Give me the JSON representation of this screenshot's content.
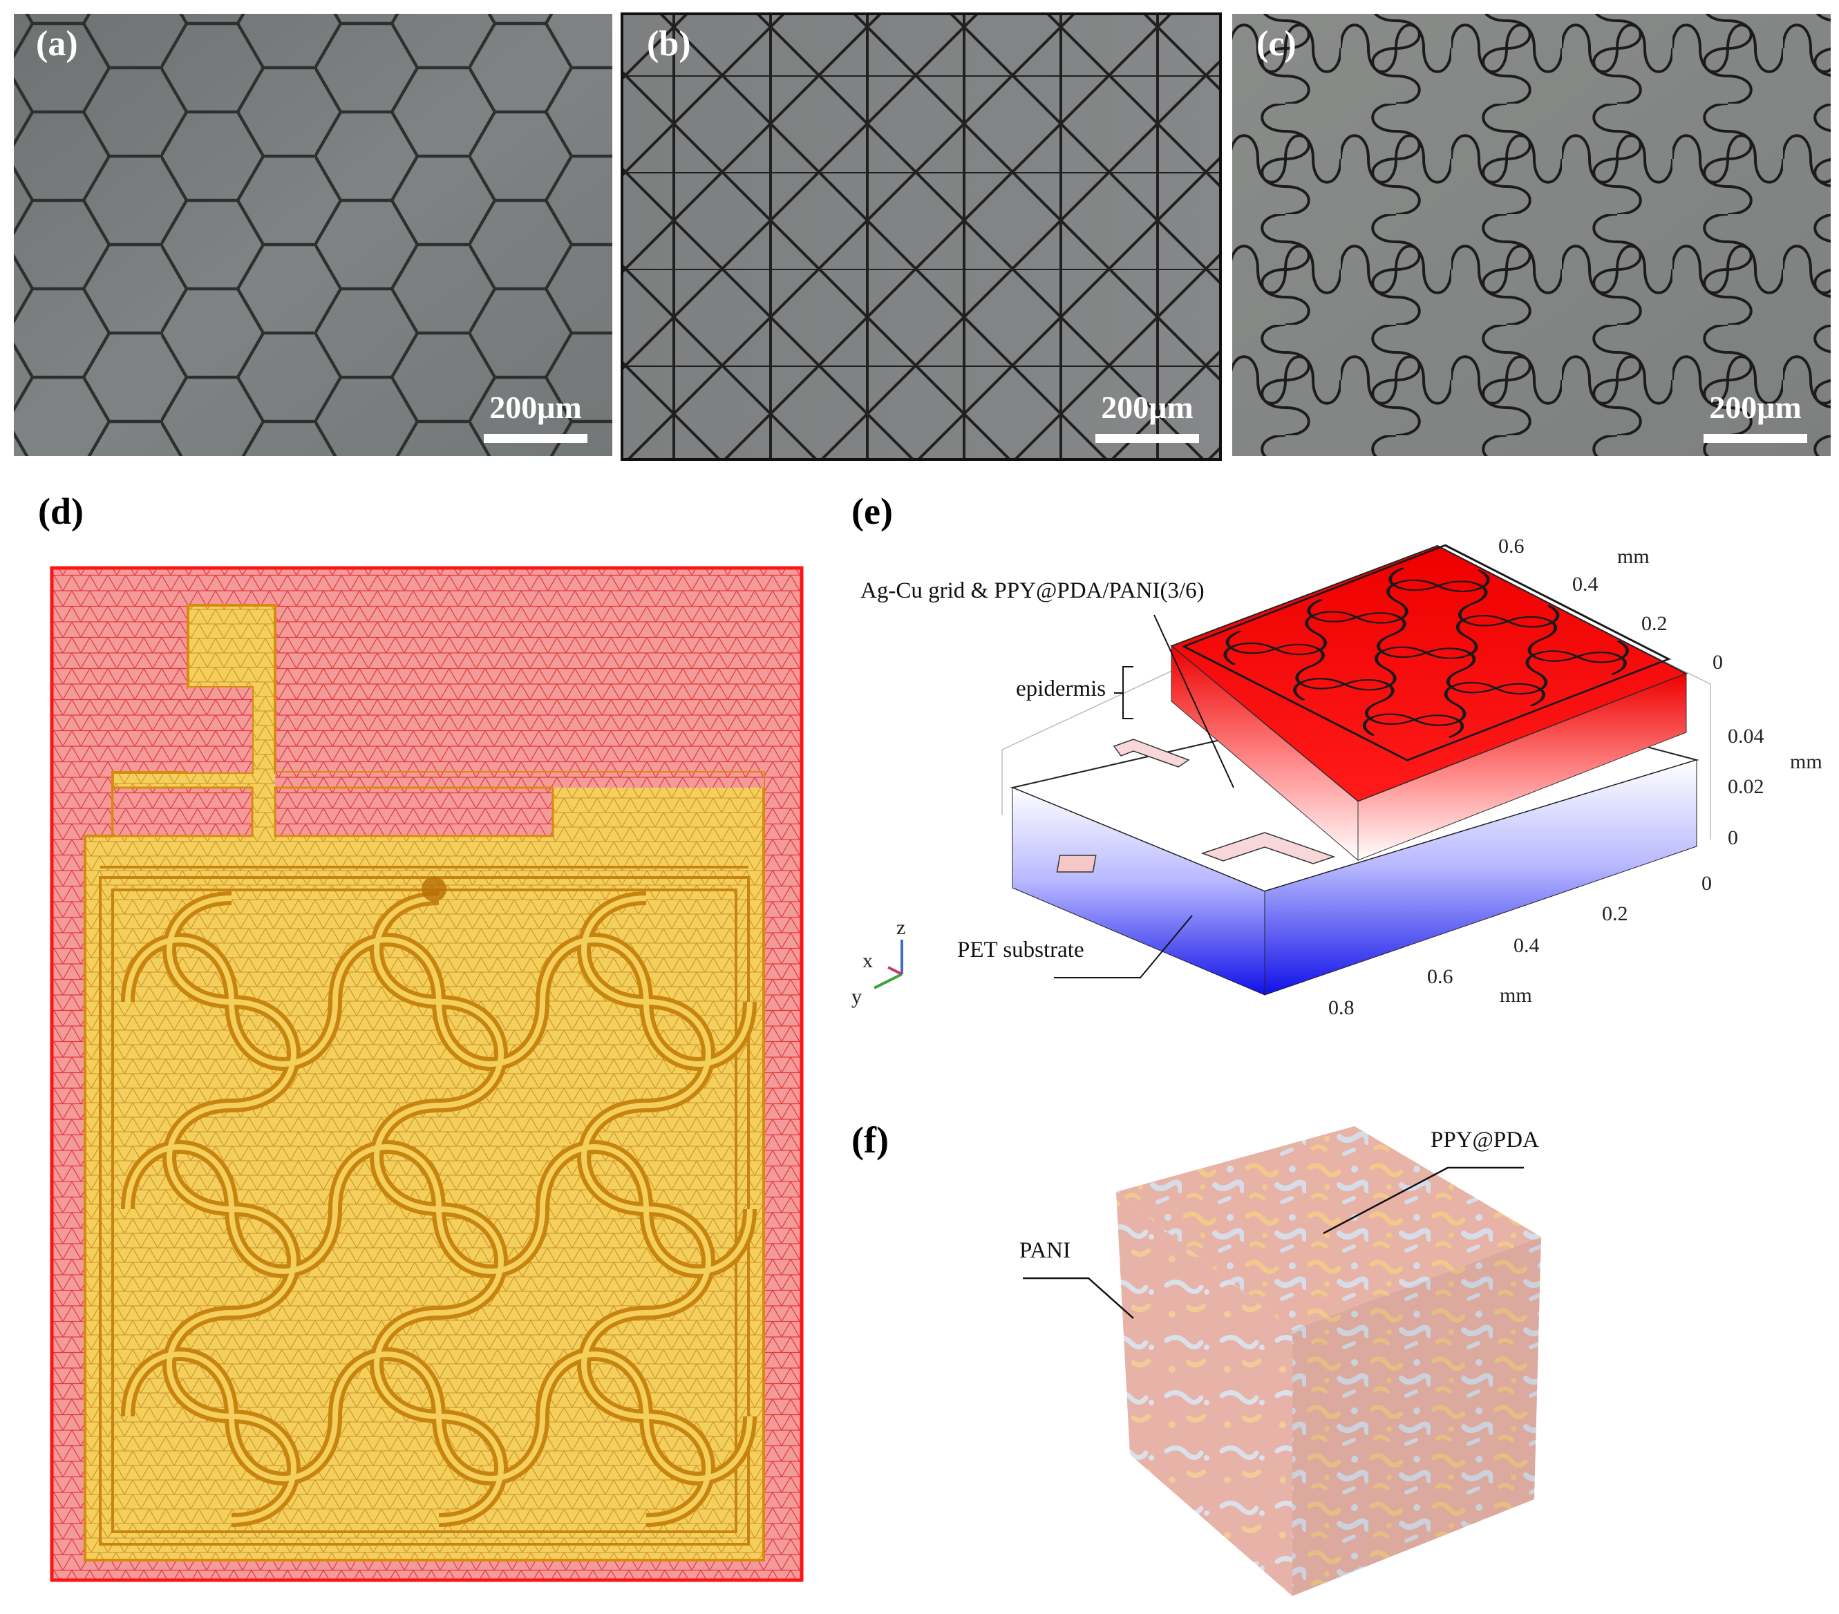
{
  "panels": {
    "a": {
      "label": "(a)",
      "scale_bar": "200μm"
    },
    "b": {
      "label": "(b)",
      "scale_bar": "200μm"
    },
    "c": {
      "label": "(c)",
      "scale_bar": "200μm"
    },
    "d": {
      "label": "(d)"
    },
    "e": {
      "label": "(e)",
      "layer_grid_label": "Ag-Cu grid & PPY@PDA/PANI(3/6)",
      "epidermis_label": "epidermis",
      "substrate_label": "PET substrate",
      "axis_unit": "mm",
      "top_ticks": [
        "0.6",
        "0.4",
        "0.2",
        "0"
      ],
      "z_ticks": [
        "0.04",
        "0.02",
        "0"
      ],
      "right_ticks": [
        "0",
        "0.2",
        "0.4",
        "0.6",
        "0.8"
      ],
      "triad": {
        "x": "x",
        "y": "y",
        "z": "z"
      }
    },
    "f": {
      "label": "(f)",
      "label_ppy": "PPY@PDA",
      "label_pani": "PANI"
    }
  },
  "colors": {
    "micro_gray": "#7d8182",
    "grid_line": "#2a2a2a",
    "mesh_red": "#f08a8a",
    "mesh_yellow": "#f4cd5a",
    "mesh_conductor": "#d08a10",
    "heat_red": "#ee0000",
    "heat_blue": "#1010e8",
    "cube_pink": "#e9b0a4",
    "cube_blue": "#d6dbe6",
    "cube_orange": "#f2c48a"
  }
}
